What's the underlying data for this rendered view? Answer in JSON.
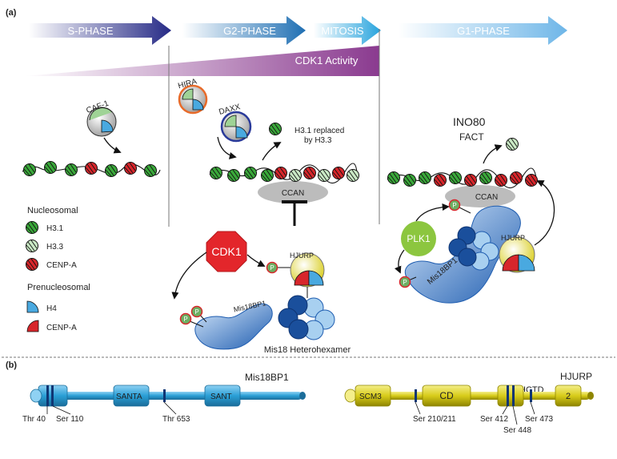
{
  "panel_a": {
    "label": "(a)",
    "phases": {
      "s": "S-PHASE",
      "g2": "G2-PHASE",
      "mitosis": "MITOSIS",
      "g1": "G1-PHASE"
    },
    "cdk1_activity": "CDK1 Activity",
    "chaperones": {
      "caf1": "CAF-1",
      "hira": "HIRA",
      "daxx": "DAXX"
    },
    "h31_replaced_line1": "H3.1 replaced",
    "h31_replaced_line2": "by H3.3",
    "ccan": "CCAN",
    "ccan_g1": "CCAN",
    "ino80": "INO80",
    "fact": "FACT",
    "legend": {
      "nucleosomal_title": "Nucleosomal",
      "h31": "H3.1",
      "h33": "H3.3",
      "cenpa": "CENP-A",
      "prenucleosomal_title": "Prenucleosomal",
      "h4": "H4",
      "cenpa_pre": "CENP-A"
    },
    "cdk1": "CDK1",
    "hjurp": "HJURP",
    "hjurp_g1": "HJURP",
    "mis18bp1": "Mis18BP1",
    "mis18bp1_g1": "Mis18BP1",
    "mis18_hexamer": "Mis18 Heterohexamer",
    "plk1": "PLK1",
    "p": "P"
  },
  "panel_b": {
    "label": "(b)",
    "mis18bp1": {
      "title": "Mis18BP1",
      "domains": [
        "SANTA",
        "SANT"
      ],
      "sites": [
        "Thr 40",
        "Ser 110",
        "Thr 653"
      ]
    },
    "hjurp": {
      "title": "HJURP",
      "domains": [
        "SCM3",
        "CD",
        "2"
      ],
      "hctd": "HCTD",
      "sites": [
        "Ser 210/211",
        "Ser 412",
        "Ser 448",
        "Ser 473"
      ]
    }
  },
  "colors": {
    "h31": "#3aa83a",
    "h33": "#c9e8c4",
    "cenpa": "#d7262b",
    "h4": "#49a9e0",
    "cdk1": "#e3262b",
    "plk1": "#8cc63f",
    "mis18bp1_bar": "#2a9fd6",
    "hjurp_bar": "#e3d400",
    "cdk1_activity": "#8a3a8f"
  }
}
